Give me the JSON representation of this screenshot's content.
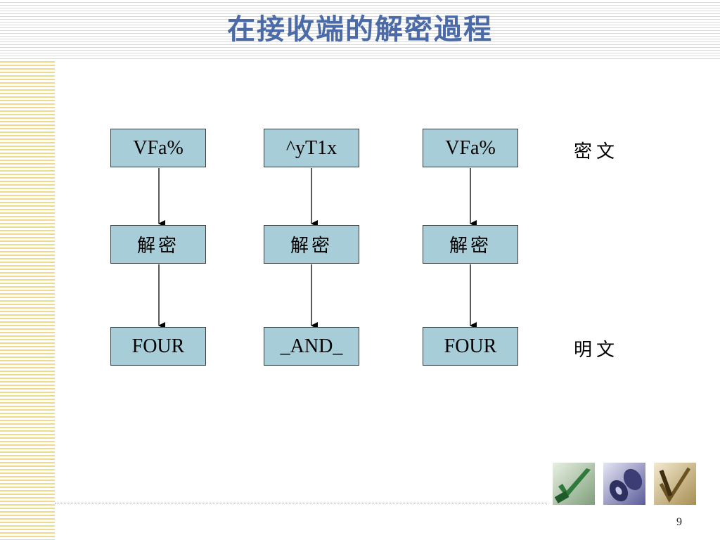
{
  "title": "在接收端的解密過程",
  "labels": {
    "ciphertext": "密文",
    "plaintext": "明文"
  },
  "columns": [
    {
      "cipher": "VFa%",
      "process": "解密",
      "plain": "FOUR"
    },
    {
      "cipher": "^yT1x",
      "process": "解密",
      "plain": "_AND_"
    },
    {
      "cipher": "VFa%",
      "process": "解密",
      "plain": "FOUR"
    }
  ],
  "page_number": "9",
  "colors": {
    "title": "#4a6aa8",
    "box_fill": "#a6cdd8",
    "left_band": "#efd98a"
  },
  "decorations": [
    "green-check-image",
    "disc-image",
    "pen-check-image"
  ]
}
